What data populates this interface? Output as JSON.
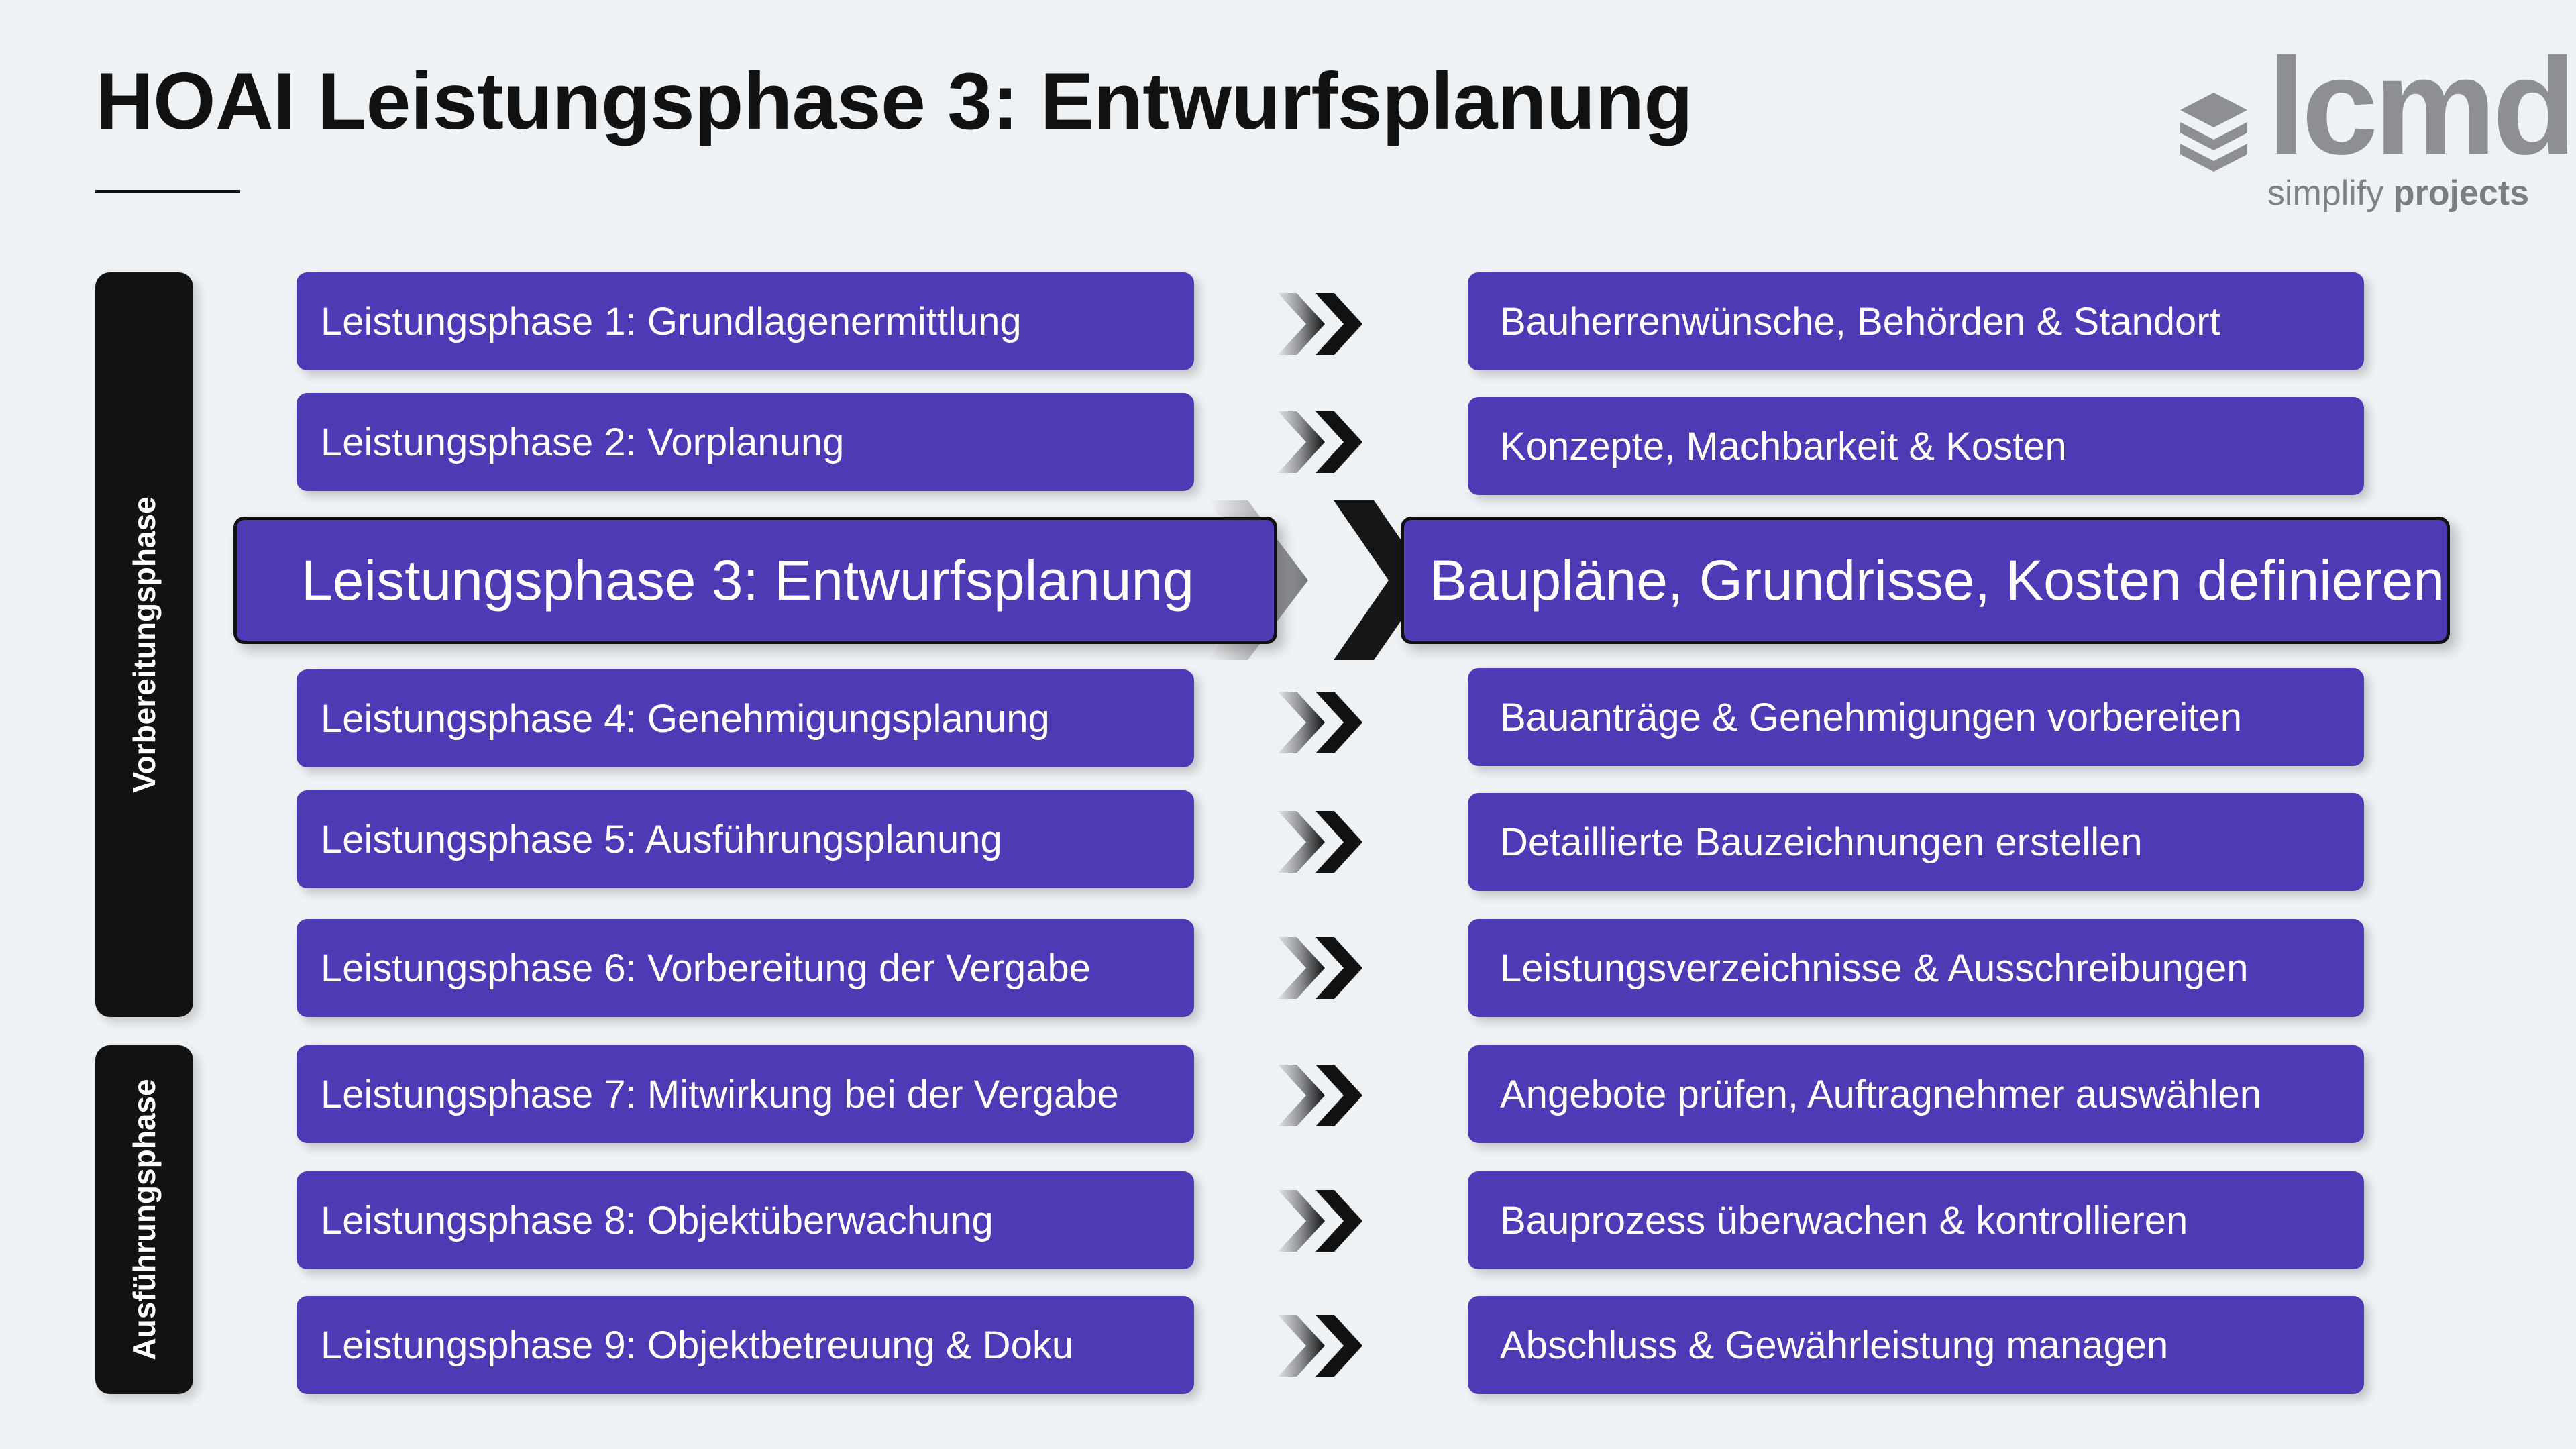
{
  "header": {
    "title": "HOAI Leistungsphase 3: Entwurfsplanung"
  },
  "brand": {
    "wordmark": "lcmd",
    "tagline_light": "simplify",
    "tagline_bold": "projects"
  },
  "groups": [
    {
      "label": "Vorbereitungsphase"
    },
    {
      "label": "Ausführungsphase"
    }
  ],
  "rows": [
    {
      "phase": "Leistungsphase 1: Grundlagenermittlung",
      "description": "Bauherrenwünsche, Behörden & Standort"
    },
    {
      "phase": "Leistungsphase 2: Vorplanung",
      "description": "Konzepte, Machbarkeit & Kosten"
    },
    {
      "phase": "Leistungsphase 3: Entwurfsplanung",
      "description": "Baupläne, Grundrisse, Kosten definieren"
    },
    {
      "phase": "Leistungsphase 4: Genehmigungsplanung",
      "description": "Bauanträge & Genehmigungen vorbereiten"
    },
    {
      "phase": "Leistungsphase 5: Ausführungsplanung",
      "description": "Detaillierte Bauzeichnungen erstellen"
    },
    {
      "phase": "Leistungsphase 6: Vorbereitung der Vergabe",
      "description": "Leistungsverzeichnisse & Ausschreibungen"
    },
    {
      "phase": "Leistungsphase 7: Mitwirkung bei der Vergabe",
      "description": "Angebote prüfen, Auftragnehmer auswählen"
    },
    {
      "phase": "Leistungsphase 8: Objektüberwachung",
      "description": "Bauprozess überwachen & kontrollieren"
    },
    {
      "phase": "Leistungsphase 9: Objektbetreuung & Doku",
      "description": "Abschluss & Gewährleistung managen"
    }
  ],
  "colors": {
    "background": "#eef2f5",
    "box": "#4f3ab5",
    "group": "#121212",
    "text_on_box": "#ffffff"
  },
  "icons": {
    "row_arrow": "double-chevron-right-icon",
    "highlight_arrow": "large-chevron-right-icon",
    "logo_mark": "stacked-layers-icon"
  }
}
